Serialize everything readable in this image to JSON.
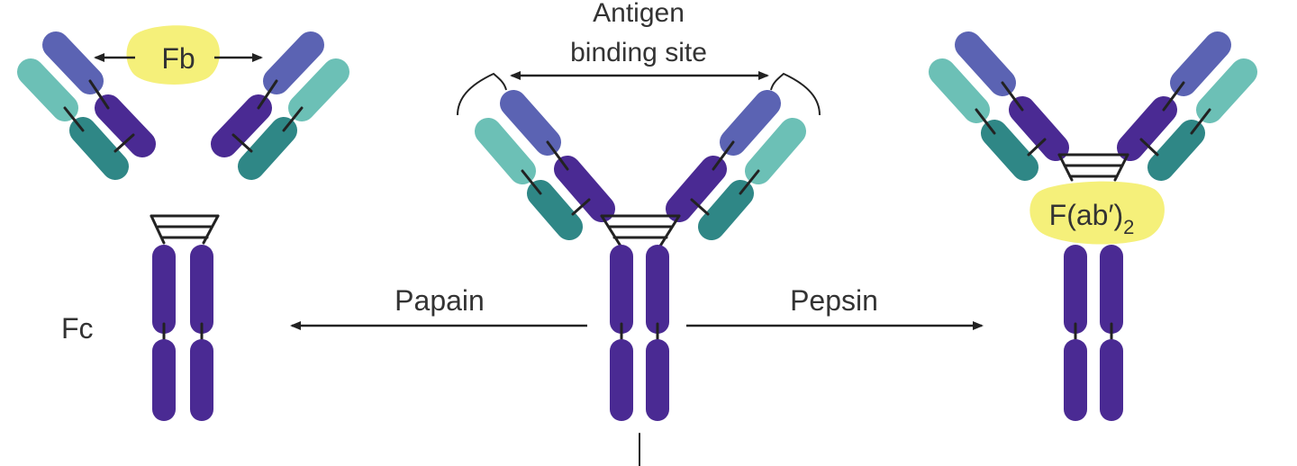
{
  "diagram": {
    "labels": {
      "fb": "Fb",
      "antigen_line1": "Antigen",
      "antigen_line2": "binding site",
      "fab2_main": "F(ab′)",
      "fab2_sub": "2",
      "fc": "Fc",
      "papain": "Papain",
      "pepsin": "Pepsin"
    },
    "colors": {
      "heavy_dark": "#4a2a93",
      "heavy_light": "#5b63b3",
      "light_teal": "#6cc0b6",
      "light_dark_teal": "#2f8786",
      "highlight": "#f5f07a",
      "bond": "#222222",
      "text": "#333333"
    }
  }
}
